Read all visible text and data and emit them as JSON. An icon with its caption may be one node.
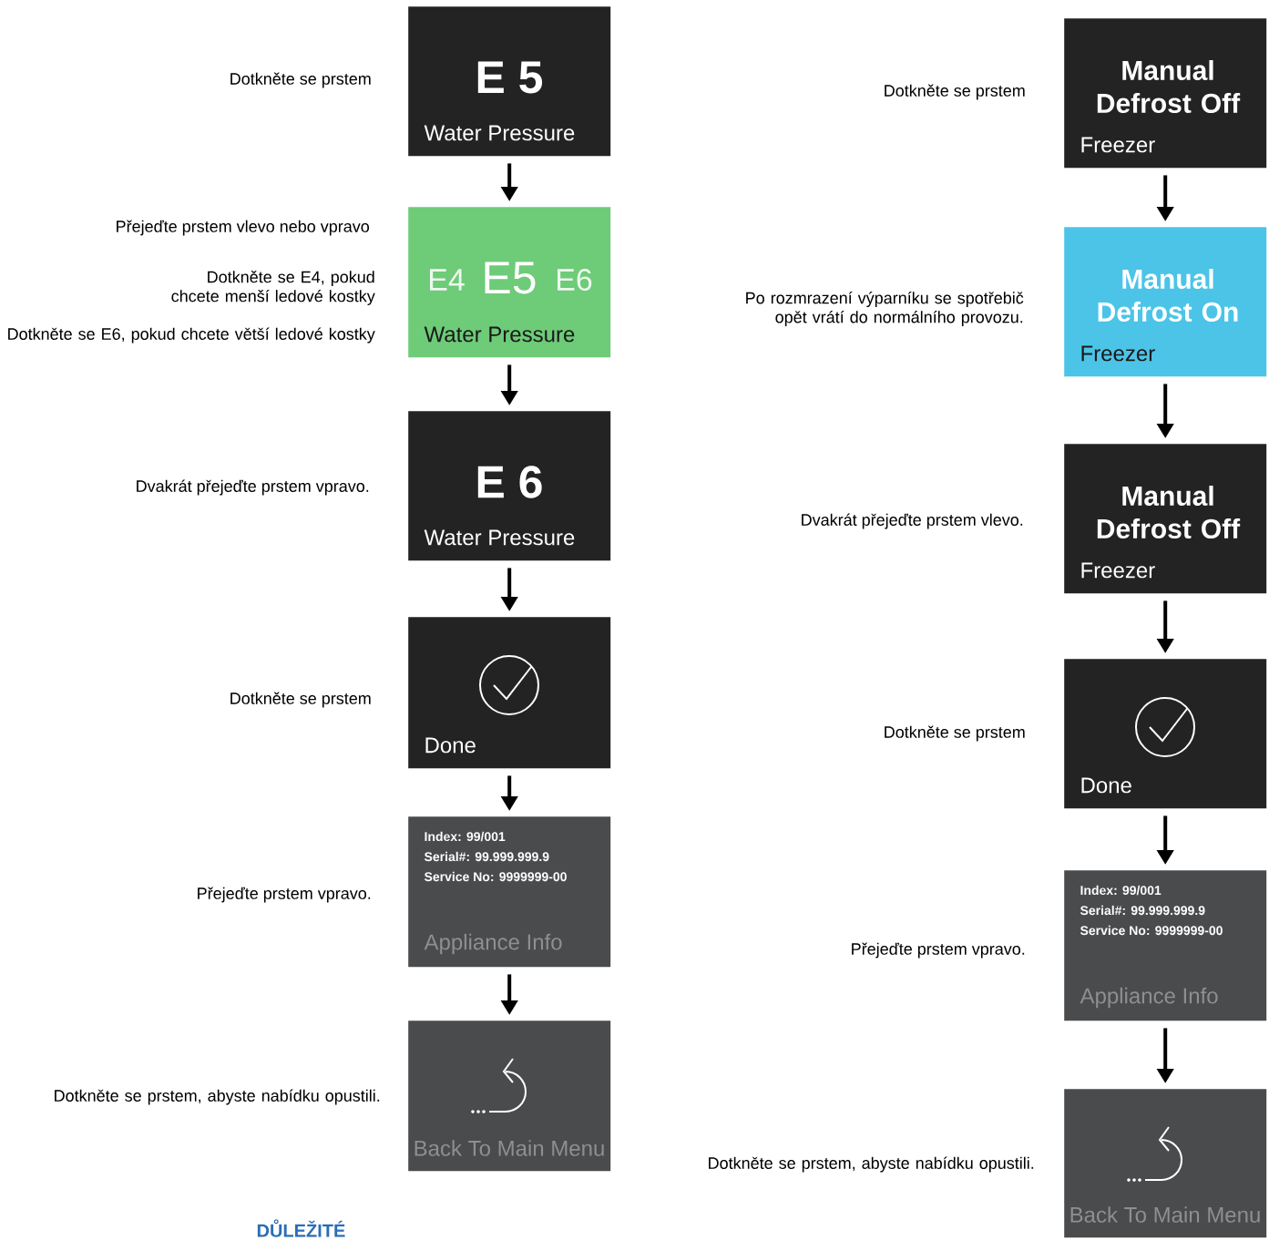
{
  "diagram": {
    "nodes": [
      {
        "text": [
          "E 5",
          "Water Pressure"
        ],
        "beside": [
          "Dotkněte se prstem"
        ]
      },
      {
        "text": [
          "E4",
          "E5",
          "E6",
          "Water Pressure"
        ],
        "beside": [
          "Přejeďte prstem vlevo nebo vpravo",
          "Dotkněte se E4, pokud chcete menší ledové kostky",
          "Dotkněte se E6, pokud chcete větší ledové kostky"
        ]
      },
      {
        "text": [
          "E 6",
          "Water Pressure"
        ],
        "beside": [
          "Dvakrát přejeďte prstem vpravo."
        ]
      },
      {
        "text": [
          "Done"
        ],
        "beside": [
          "Dotkněte se prstem"
        ]
      },
      {
        "text": [
          "Index: 99/001",
          "Serial#: 99.999.999.9",
          "Service No: 9999999-00",
          "Appliance Info"
        ],
        "beside": [
          "Přejeďte prstem vpravo."
        ]
      },
      {
        "text": [
          "Back To Main Menu"
        ],
        "beside": [
          "Dotkněte se prstem, abyste nabídku opustili."
        ]
      },
      {
        "text": [
          "Manual Defrost Off",
          "Freezer"
        ],
        "beside": [
          "Dotkněte se prstem"
        ]
      },
      {
        "text": [
          "Manual Defrost On",
          "Freezer"
        ],
        "beside": [
          "Po rozmrazení výparníku se spotřebič opět vrátí do normálního provozu."
        ]
      },
      {
        "text": [
          "Manual Defrost Off",
          "Freezer"
        ],
        "beside": [
          "Dvakrát přejeďte prstem vlevo."
        ]
      },
      {
        "text": [
          "Done"
        ],
        "beside": [
          "Dotkněte se prstem"
        ]
      },
      {
        "text": [
          "Index: 99/001",
          "Serial#: 99.999.999.9",
          "Service No: 9999999-00",
          "Appliance Info"
        ],
        "beside": [
          "Přejeďte prstem vpravo."
        ]
      },
      {
        "text": [
          "Back To Main Menu"
        ],
        "beside": [
          "Dotkněte se prstem, abyste nabídku opustili."
        ]
      }
    ],
    "edges": [
      {
        "from": 0,
        "to": 1,
        "arrow": "to"
      },
      {
        "from": 1,
        "to": 2,
        "arrow": "to"
      },
      {
        "from": 2,
        "to": 3,
        "arrow": "to"
      },
      {
        "from": 3,
        "to": 4,
        "arrow": "to"
      },
      {
        "from": 4,
        "to": 5,
        "arrow": "to"
      },
      {
        "from": 6,
        "to": 7,
        "arrow": "to"
      },
      {
        "from": 7,
        "to": 8,
        "arrow": "to"
      },
      {
        "from": 8,
        "to": 9,
        "arrow": "to"
      },
      {
        "from": 9,
        "to": 10,
        "arrow": "to"
      },
      {
        "from": 10,
        "to": 11,
        "arrow": "to"
      }
    ],
    "labels": [
      "DŮLEŽITÉ"
    ]
  }
}
